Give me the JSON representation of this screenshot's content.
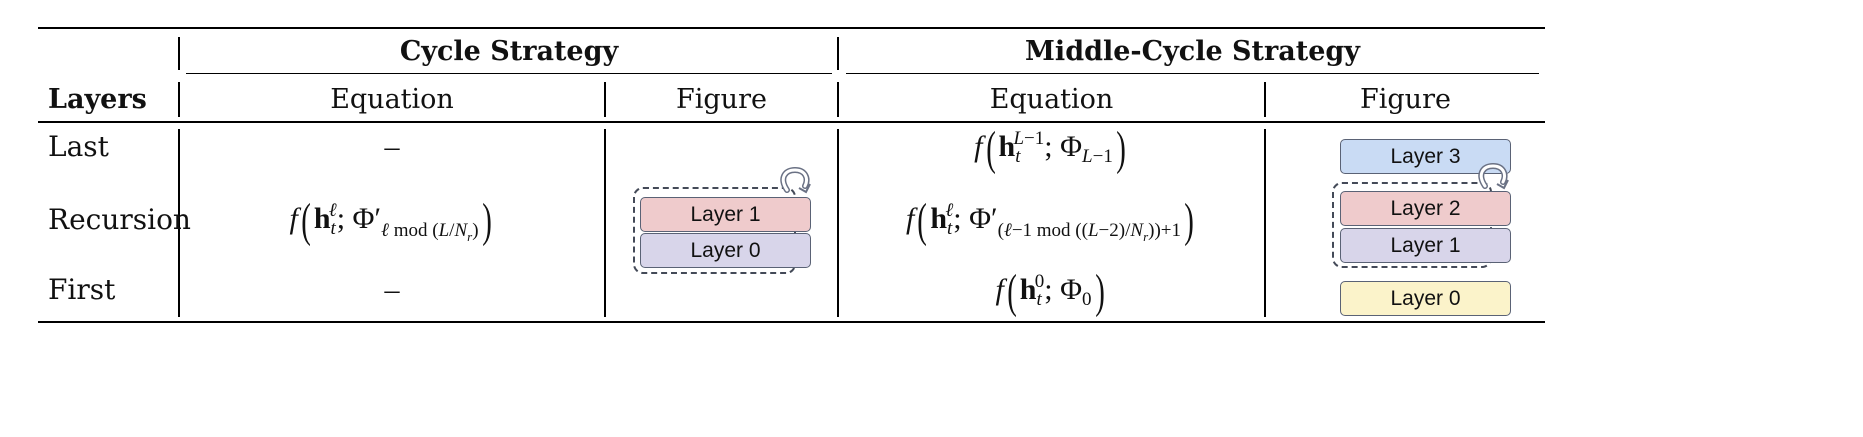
{
  "header": {
    "layers_label": "Layers",
    "cycle_title": "Cycle Strategy",
    "middle_title": "Middle-Cycle Strategy",
    "equation_label": "Equation",
    "figure_label": "Figure"
  },
  "rows": {
    "last": "Last",
    "recursion": "Recursion",
    "first": "First"
  },
  "cycle": {
    "last_eq": "–",
    "first_eq": "–",
    "figure_layers": [
      "Layer 1",
      "Layer 0"
    ]
  },
  "middle": {
    "figure_layers": [
      "Layer 3",
      "Layer 2",
      "Layer 1",
      "Layer 0"
    ]
  },
  "colors": {
    "layer_pink": "#efcbcc",
    "layer_purple": "#d8d5ea",
    "layer_blue": "#c9dbf4",
    "layer_yellow": "#fbf3ca"
  }
}
